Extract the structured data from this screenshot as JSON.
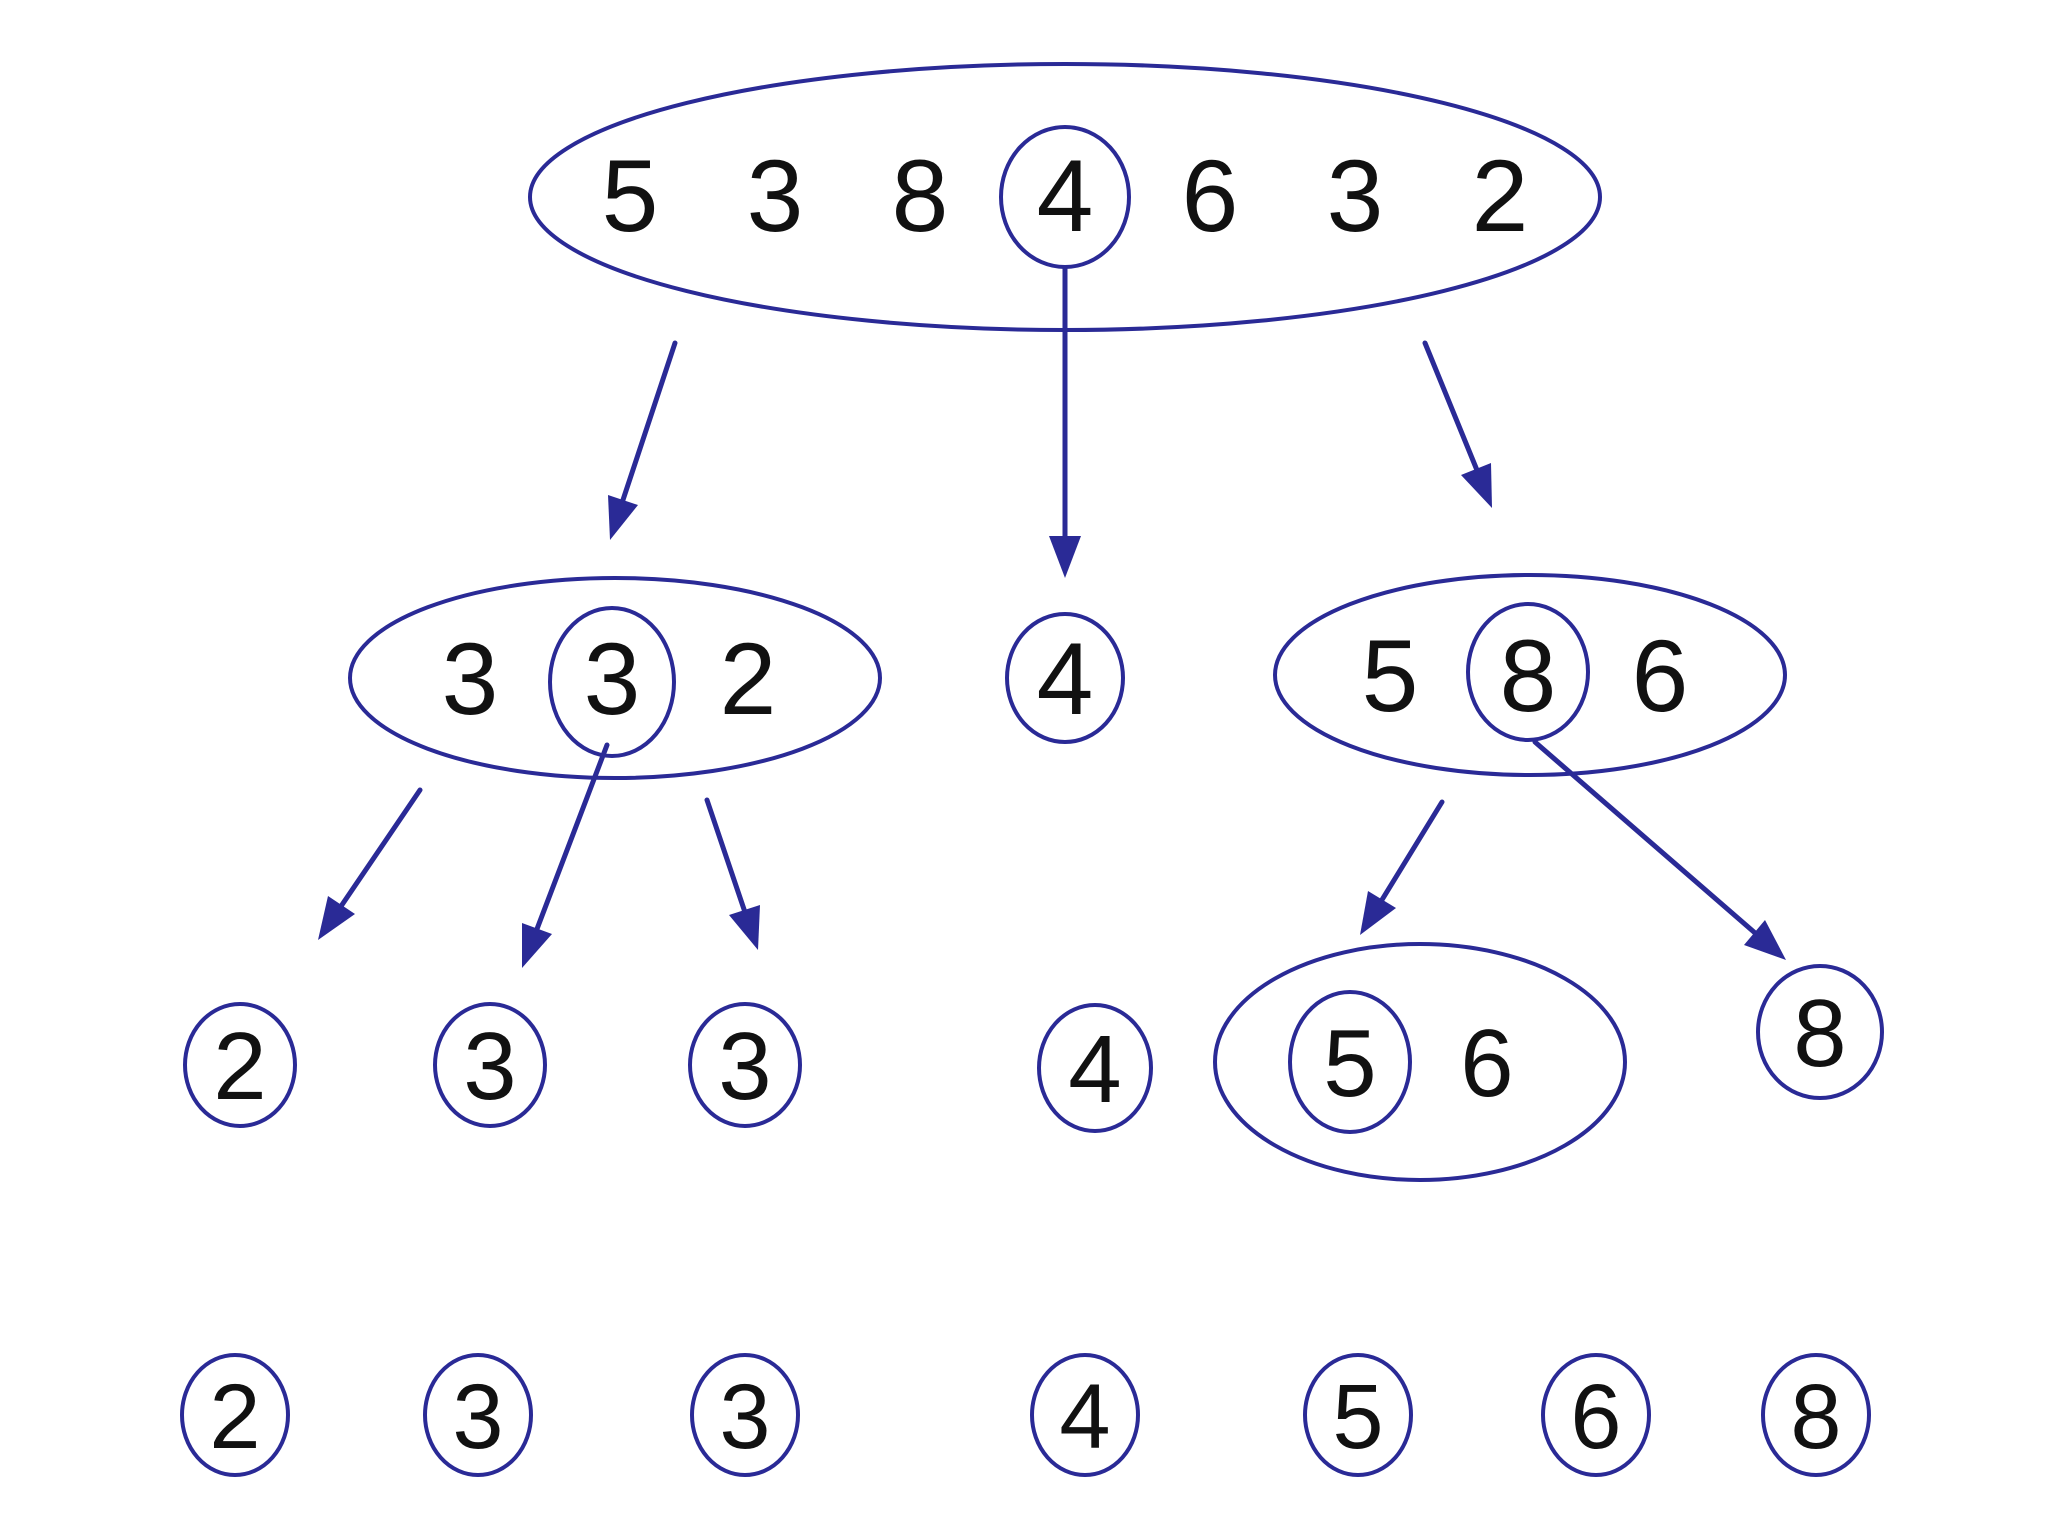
{
  "diagram": {
    "type": "quicksort-partition-tree",
    "colors": {
      "stroke": "#2a2a96",
      "digit": "#111111",
      "background": "#ffffff"
    },
    "levels": {
      "level1": {
        "values": [
          "5",
          "3",
          "8",
          "4",
          "6",
          "3",
          "2"
        ],
        "pivot": "4"
      },
      "level2": {
        "left": {
          "values": [
            "3",
            "3",
            "2"
          ],
          "pivot": "3"
        },
        "middle": {
          "value": "4"
        },
        "right": {
          "values": [
            "5",
            "8",
            "6"
          ],
          "pivot": "8"
        }
      },
      "level3": {
        "singles_left": [
          "2",
          "3",
          "3"
        ],
        "single_four": "4",
        "pair": {
          "values": [
            "5",
            "6"
          ],
          "pivot": "5"
        },
        "single_eight": "8"
      },
      "level4": {
        "values": [
          "2",
          "3",
          "3",
          "4",
          "5",
          "6",
          "8"
        ]
      }
    }
  }
}
